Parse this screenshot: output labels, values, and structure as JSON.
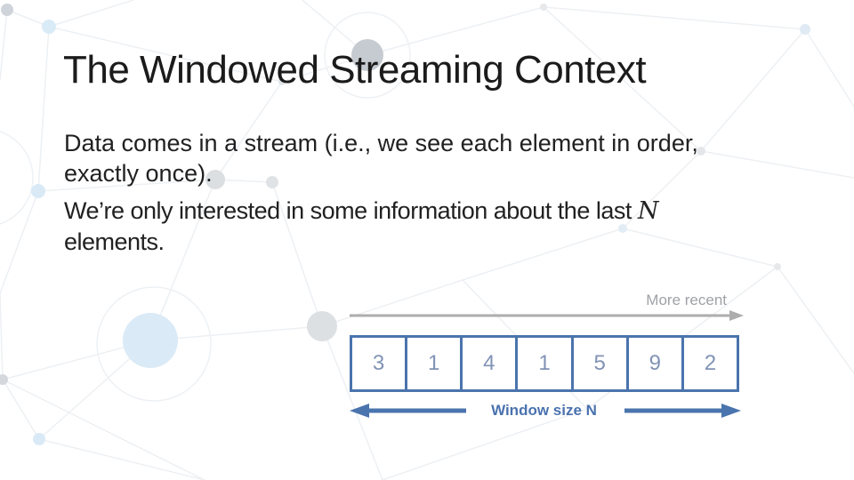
{
  "slide": {
    "title": "The Windowed Streaming Context",
    "body": {
      "p1_line1": "Data comes in a stream (i.e., we see each element in order,",
      "p1_line2": "exactly once).",
      "p2_text": "We’re only interested in some information about the last",
      "p2_var": "N",
      "p2_line2": "elements."
    }
  },
  "diagram": {
    "more_recent_label": "More recent",
    "cells": [
      "3",
      "1",
      "4",
      "1",
      "5",
      "9",
      "2"
    ],
    "window_label_text": "Window size",
    "window_label_var": "N"
  },
  "colors": {
    "accent_blue": "#4a74ad",
    "cell_digit_blue": "#8193b5",
    "window_label_blue": "#4a72ae",
    "gray_label": "#9fa2a6",
    "gray_arrow": "#adadad",
    "title_text": "#1b1b1b",
    "body_text": "#212121",
    "bg": "#ffffff"
  }
}
